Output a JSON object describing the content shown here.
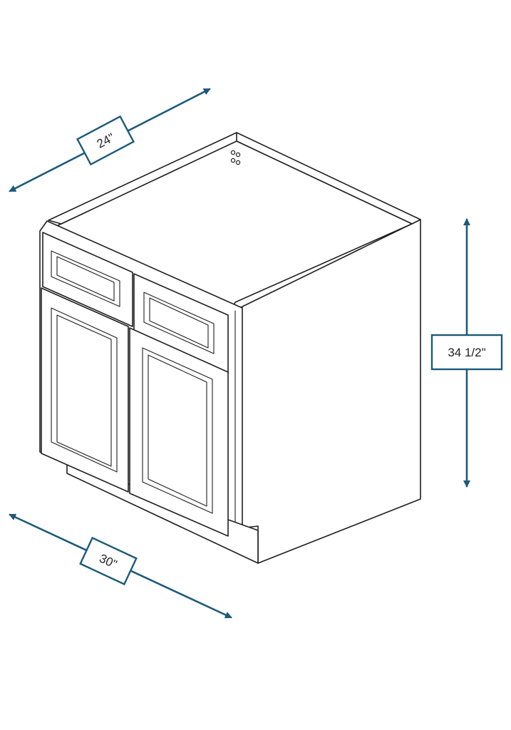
{
  "colors": {
    "dimension": "#1d5a7a",
    "outline": "#1f1f1f",
    "background": "#ffffff"
  },
  "dimensions": {
    "depth": {
      "label": "24\""
    },
    "height": {
      "label": "34 1/2\""
    },
    "width": {
      "label": "30\""
    }
  }
}
